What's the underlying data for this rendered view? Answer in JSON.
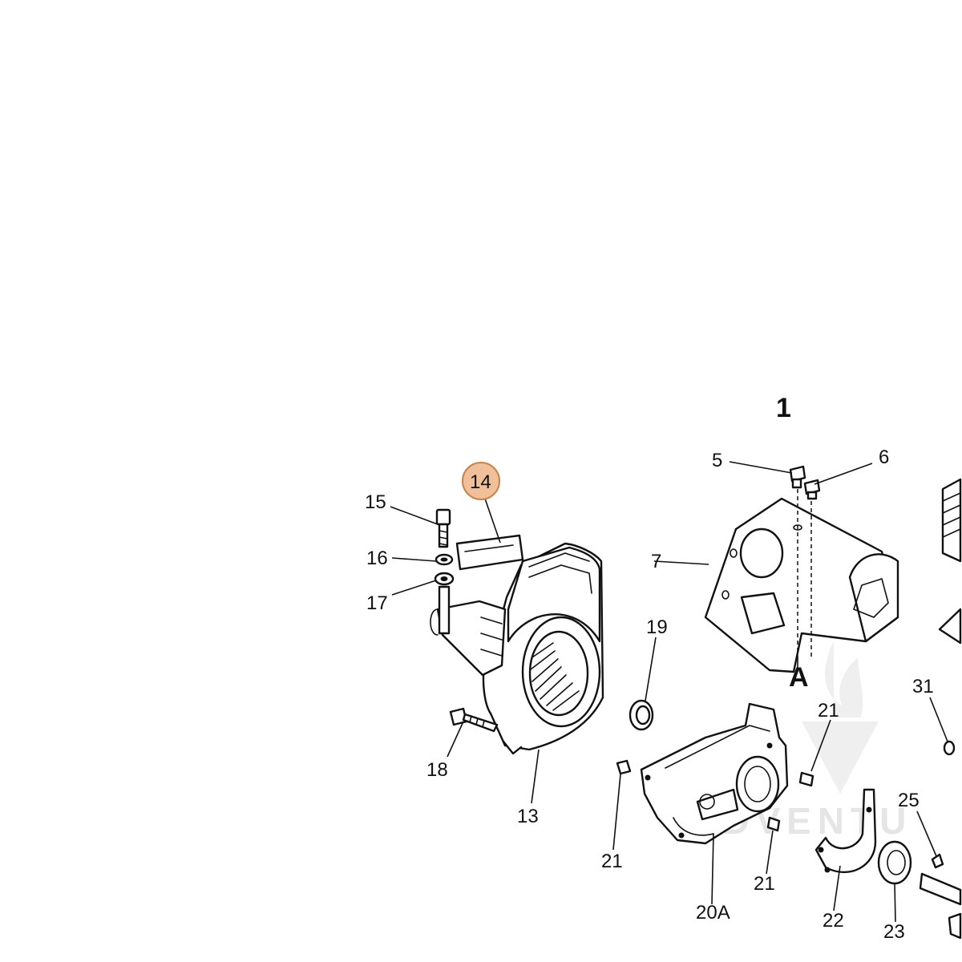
{
  "diagram": {
    "group_number": "1",
    "section_label": "A",
    "highlight_color": "#f1c09a",
    "highlight_border": "#c8834a",
    "watermark_text": "ADVENTU",
    "callouts": {
      "c5": "5",
      "c6": "6",
      "c7": "7",
      "c13": "13",
      "c14": "14",
      "c15": "15",
      "c16": "16",
      "c17": "17",
      "c18": "18",
      "c19": "19",
      "c20a": "20A",
      "c21a": "21",
      "c21b": "21",
      "c21c": "21",
      "c22": "22",
      "c23": "23",
      "c25": "25",
      "c31": "31"
    }
  }
}
